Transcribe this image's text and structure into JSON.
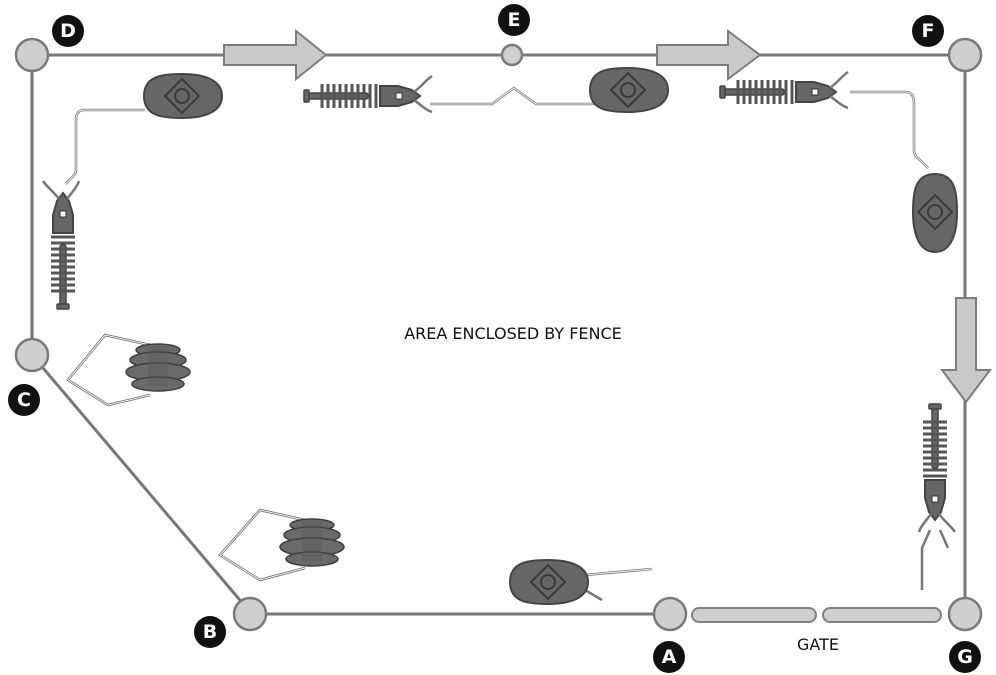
{
  "diagram": {
    "area_label": "AREA ENCLOSED BY FENCE",
    "gate_label": "GATE",
    "posts": {
      "A": "A",
      "B": "B",
      "C": "C",
      "D": "D",
      "E": "E",
      "F": "F",
      "G": "G"
    }
  }
}
